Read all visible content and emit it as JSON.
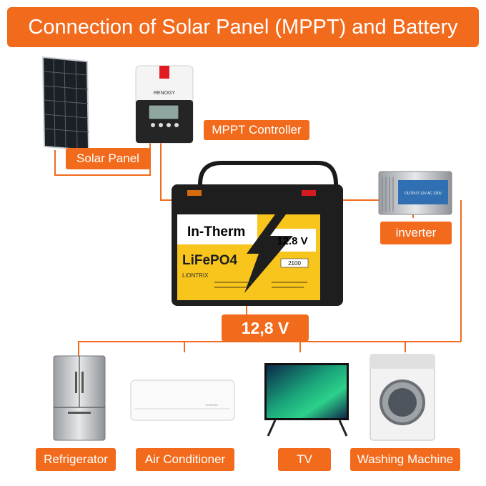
{
  "title": "Connection of Solar Panel (MPPT) and Battery",
  "labels": {
    "solar_panel": "Solar Panel",
    "mppt_controller": "MPPT Controller",
    "inverter": "inverter",
    "voltage": "12,8 V",
    "refrigerator": "Refrigerator",
    "air_conditioner": "Air Conditioner",
    "tv": "TV",
    "washing_machine": "Washing Machine"
  },
  "controller": {
    "brand": "RENOGY"
  },
  "battery": {
    "brand": "In-Therm",
    "voltage": "12.8 V",
    "chemistry": "LiFePO4",
    "capacity": "2100",
    "sub": "LiONTRIX"
  },
  "inverter_plate": "OUTPUT 12V AC 230V",
  "air_conditioner_brand": "HISENSE",
  "colors": {
    "accent": "#f26b1d",
    "battery_yellow": "#f8c51c",
    "battery_body": "#1e1e1e"
  }
}
